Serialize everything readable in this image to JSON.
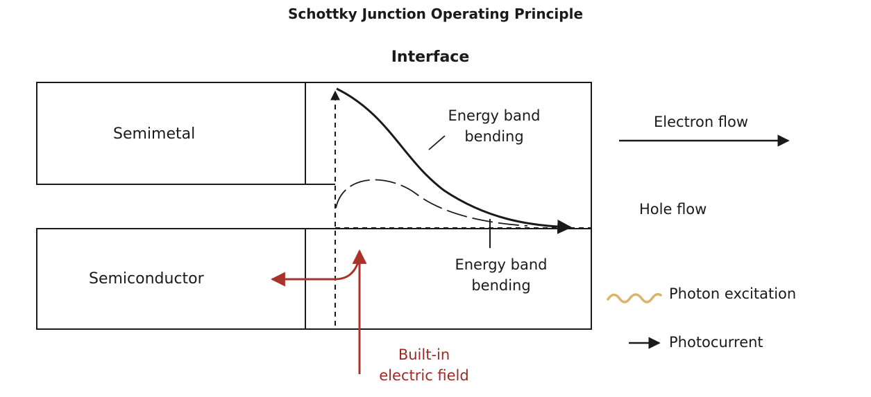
{
  "title": "Schottky Junction Operating Principle",
  "interface_label": "Interface",
  "regions": {
    "semimetal": "Semimetal",
    "semiconductor": "Semiconductor"
  },
  "annotations": {
    "band_bending_upper": {
      "line1": "Energy band",
      "line2": "bending"
    },
    "band_bending_lower": {
      "line1": "Energy band",
      "line2": "bending"
    },
    "built_in_field": {
      "line1": "Built-in",
      "line2": "electric field"
    }
  },
  "flows": {
    "electron": "Electron flow",
    "hole": "Hole flow"
  },
  "legend": {
    "photon": "Photon excitation",
    "photocurrent": "Photocurrent"
  },
  "colors": {
    "line": "#1a1a1a",
    "field_arrow": "#a9322a",
    "photon_wave": "#d9b46a"
  }
}
